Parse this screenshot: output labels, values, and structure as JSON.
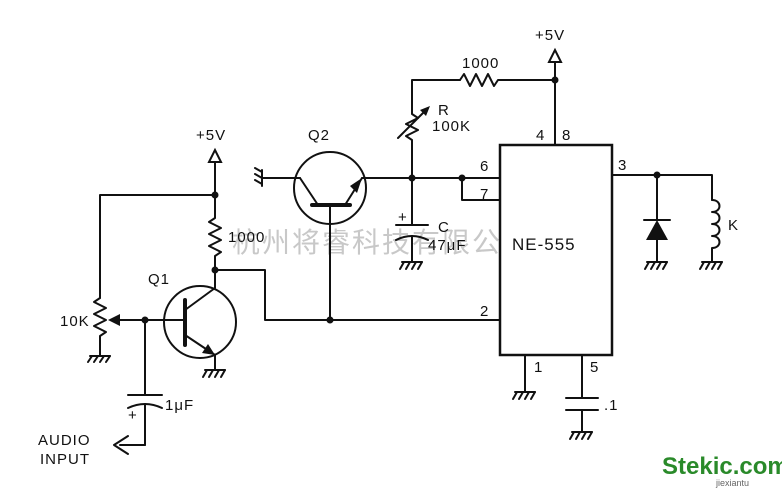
{
  "labels": {
    "vcc_q1": "+5V",
    "vcc_top": "+5V",
    "q1": "Q1",
    "q2": "Q2",
    "r_1000_q1": "1000",
    "r_1000_top": "1000",
    "pot_10k": "10K",
    "cap_1uf": "1μF",
    "cap_plus": "+",
    "cap_c_plus": "+",
    "r_var": "R",
    "r_var_value": "100K",
    "cap_c": "C",
    "cap_c_value": "47μF",
    "ic": "NE-555",
    "pin4": "4",
    "pin8": "8",
    "pin6": "6",
    "pin7": "7",
    "pin2": "2",
    "pin3": "3",
    "pin1": "1",
    "pin5": "5",
    "cap_01": ".1",
    "relay": "K",
    "audio_in_1": "AUDIO",
    "audio_in_2": "INPUT"
  },
  "watermark": "杭州将睿科技有限公司",
  "logo": {
    "text": "Stekic.com",
    "sub": "jiexiantu"
  }
}
